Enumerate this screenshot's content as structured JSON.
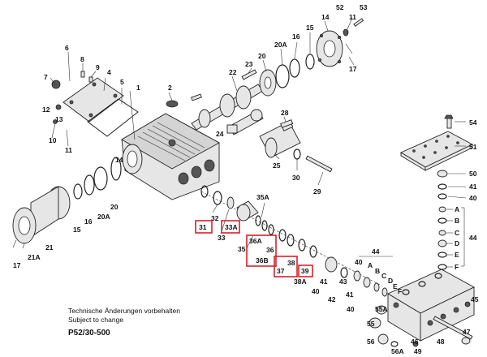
{
  "notes": {
    "line1": "Technische Änderungen vorbehalten",
    "line2": "Subject to change"
  },
  "model": "P52/30-500",
  "labels": {
    "l1": "1",
    "l2": "2",
    "l4": "4",
    "l5": "5",
    "l6": "6",
    "l7": "7",
    "l8": "8",
    "l9": "9",
    "l10": "10",
    "l11a": "11",
    "l11b": "11",
    "l12": "12",
    "l13": "13",
    "l14": "14",
    "l14b": "14",
    "l15": "15",
    "l15b": "15",
    "l16": "16",
    "l16b": "16",
    "l17a": "17",
    "l17b": "17",
    "l20": "20",
    "l20b": "20",
    "l20A": "20A",
    "l20Ab": "20A",
    "l21": "21",
    "l21A": "21A",
    "l22": "22",
    "l23": "23",
    "l24": "24",
    "l25": "25",
    "l28": "28",
    "l29": "29",
    "l30": "30",
    "l31": "31",
    "l32": "32",
    "l33": "33",
    "l33A": "33A",
    "l35": "35",
    "l35A": "35A",
    "l36": "36",
    "l36A": "36A",
    "l36B": "36B",
    "l37": "37",
    "l38": "38",
    "l38A": "38A",
    "l39": "39",
    "l40a": "40",
    "l40b": "40",
    "l40c": "40",
    "l41a": "41",
    "l41b": "41",
    "l42": "42",
    "l43": "43",
    "l44a": "44",
    "l44b": "44",
    "l45": "45",
    "l46": "46",
    "l47": "47",
    "l48": "48",
    "l49": "49",
    "l50": "50",
    "l51": "51",
    "l52": "52",
    "l53": "53",
    "l54": "54",
    "l55": "55",
    "l55A": "55A",
    "l56": "56",
    "l56A": "56A",
    "lA": "A",
    "lB": "B",
    "lC": "C",
    "lD": "D",
    "lE": "E",
    "lF": "F",
    "lA2": "A",
    "lB2": "B",
    "lC2": "C",
    "lD2": "D",
    "lE2": "E",
    "lF2": "F"
  },
  "highlighted_parts": [
    "31",
    "33A",
    "36A",
    "36B",
    "38",
    "37",
    "39"
  ],
  "highlight_color": "#d9202a"
}
